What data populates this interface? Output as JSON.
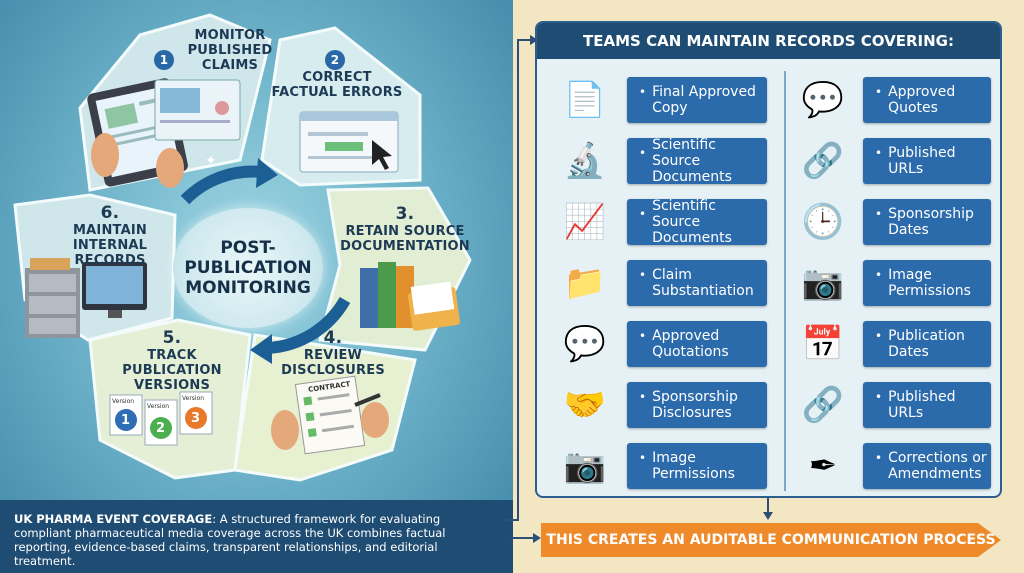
{
  "wheel": {
    "center_label": "POST-\nPUBLICATION\nMONITORING",
    "steps": [
      {
        "num": "1",
        "label": "Monitor\nPublished\nClaims"
      },
      {
        "num": "2",
        "label": "Correct\nFactual Errors"
      },
      {
        "num": "3.",
        "label": "Retain Source\nDocumentation"
      },
      {
        "num": "4.",
        "label": "Review\nDisclosures"
      },
      {
        "num": "5.",
        "label": "Track\nPublication Versions"
      },
      {
        "num": "6.",
        "label": "Maintain\nInternal Records"
      }
    ],
    "contract_text": "CONTRACT",
    "version_labels": [
      "Version",
      "Version",
      "Version"
    ],
    "version_numbers": [
      "1",
      "2",
      "3"
    ]
  },
  "caption": {
    "lead": "UK PHARMA EVENT COVERAGE",
    "body": ": A structured framework for evaluating compliant pharmaceutical media coverage across the UK combines factual reporting, evidence-based claims, transparent relationships, and editorial treatment."
  },
  "records": {
    "title": "TEAMS CAN MAINTAIN RECORDS COVERING:",
    "left_items": [
      {
        "icon": "approved-document-icon",
        "label": "Final Approved\nCopy"
      },
      {
        "icon": "medical-book-microscope-icon",
        "label": "Scientific Source\nDocuments"
      },
      {
        "icon": "chart-microscope-icon",
        "label": "Scientific Source\nDocuments"
      },
      {
        "icon": "checked-folder-icon",
        "label": "Claim\nSubstantiation"
      },
      {
        "icon": "speech-bubbles-icon",
        "label": "Approved\nQuotations"
      },
      {
        "icon": "handshake-money-icon",
        "label": "Sponsorship\nDisclosures"
      },
      {
        "icon": "camera-document-icon",
        "label": "Image\nPermissions"
      }
    ],
    "right_items": [
      {
        "icon": "quote-bubbles-icon",
        "label": "Approved\nQuotes"
      },
      {
        "icon": "link-browser-icon",
        "label": "Published URLs"
      },
      {
        "icon": "document-clock-icon",
        "label": "Sponsorship\nDates"
      },
      {
        "icon": "camera-icon",
        "label": "Image\nPermissions"
      },
      {
        "icon": "calendar-clock-icon",
        "label": "Publication Dates"
      },
      {
        "icon": "link-browser-icon",
        "label": "Published URLs"
      },
      {
        "icon": "text-edit-pen-icon",
        "label": "Corrections or\nAmendments"
      }
    ]
  },
  "conclusion": "THIS CREATES AN AUDITABLE COMMUNICATION PROCESS",
  "colors": {
    "panel_navy": "#1f4c72",
    "item_blue": "#2c6bab",
    "conclusion_orange": "#ee8a2a",
    "right_bg": "#f3e6c2"
  }
}
